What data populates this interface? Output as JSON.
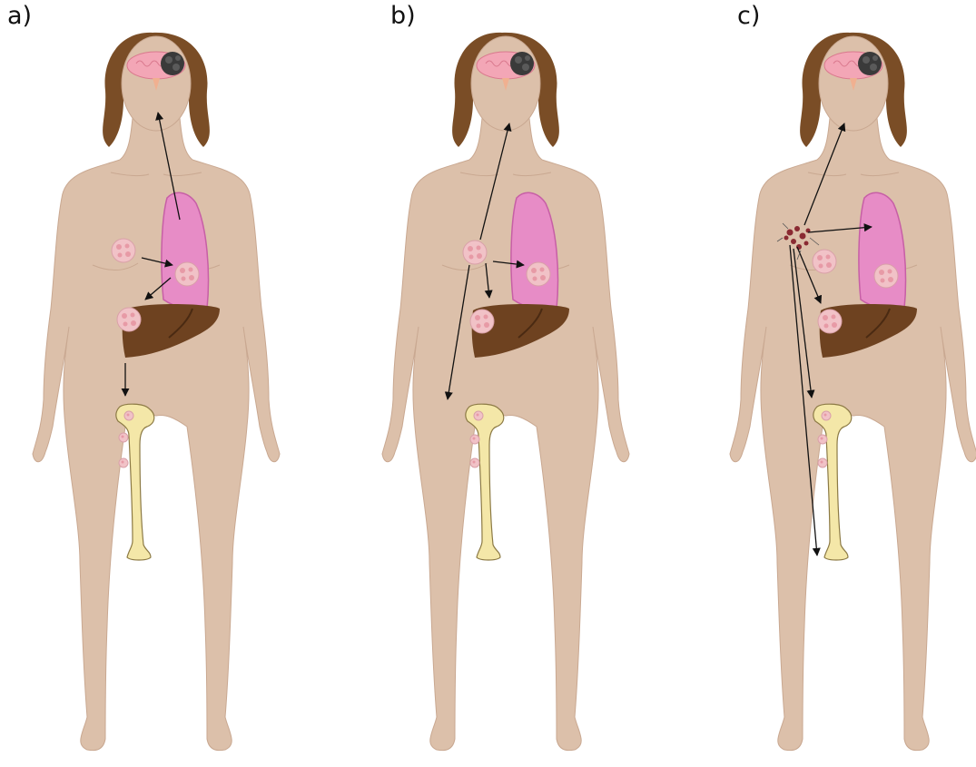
{
  "panels": [
    {
      "label": "a)"
    },
    {
      "label": "b)"
    },
    {
      "label": "c)"
    }
  ],
  "colors": {
    "skin": "#dcc0aa",
    "skin_line": "#c9a891",
    "hair": "#7a4d26",
    "lung": "#e78cc6",
    "lung_line": "#c75fa6",
    "liver": "#6e4220",
    "bone": "#f4e7a8",
    "bone_line": "#8c7a45",
    "brain": "#f3a6b6",
    "tumor": "#3a3a3a",
    "lesion": "#f1c2c7",
    "lymph": "#8a2a32",
    "arrow": "#111111"
  }
}
